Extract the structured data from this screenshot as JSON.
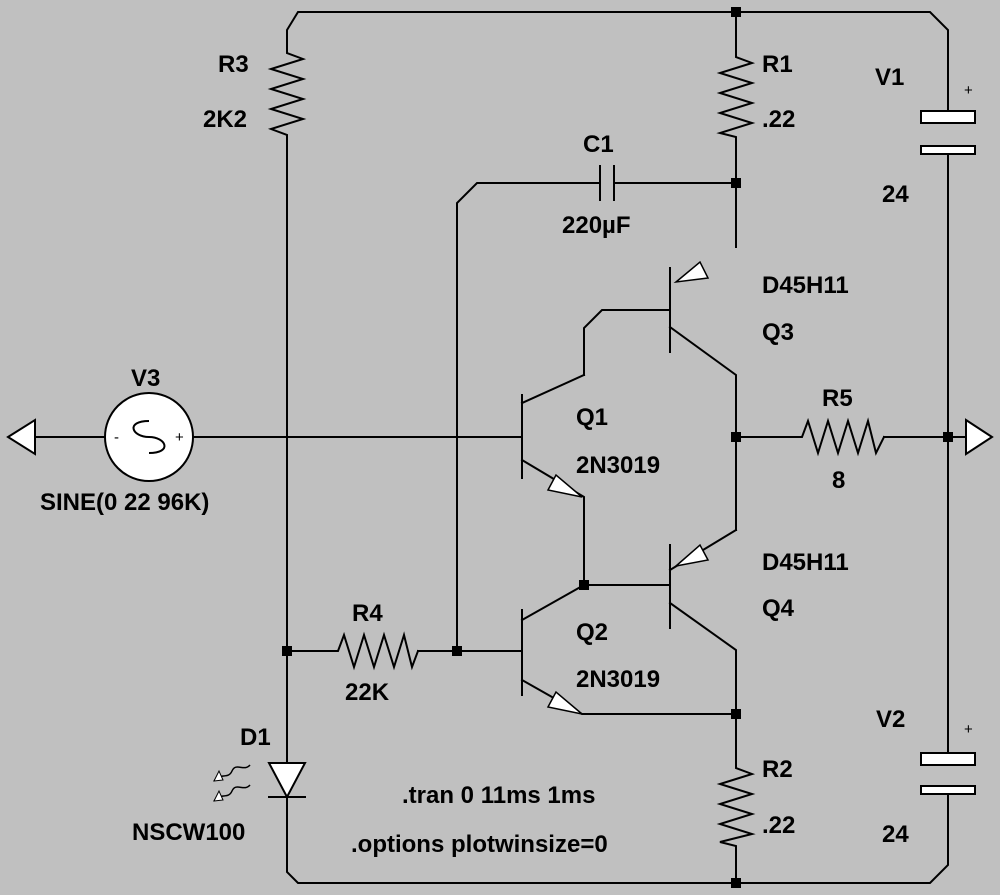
{
  "components": {
    "R1": {
      "ref": "R1",
      "value": ".22"
    },
    "R2": {
      "ref": "R2",
      "value": ".22"
    },
    "R3": {
      "ref": "R3",
      "value": "2K2"
    },
    "R4": {
      "ref": "R4",
      "value": "22K"
    },
    "R5": {
      "ref": "R5",
      "value": "8"
    },
    "C1": {
      "ref": "C1",
      "value": "220µF"
    },
    "V1": {
      "ref": "V1",
      "value": "24",
      "plus": "+"
    },
    "V2": {
      "ref": "V2",
      "value": "24",
      "plus": "+"
    },
    "V3": {
      "ref": "V3",
      "value": "SINE(0 22 96K)",
      "minus": "-",
      "plus": "+"
    },
    "Q1": {
      "ref": "Q1",
      "value": "2N3019"
    },
    "Q2": {
      "ref": "Q2",
      "value": "2N3019"
    },
    "Q3": {
      "ref": "Q3",
      "value": "D45H11"
    },
    "Q4": {
      "ref": "Q4",
      "value": "D45H11"
    },
    "D1": {
      "ref": "D1",
      "value": "NSCW100"
    }
  },
  "directives": [
    ".tran 0 11ms 1ms",
    ".options plotwinsize=0"
  ],
  "colors": {
    "background": "#c0c0c0",
    "wire": "#000000",
    "symbol_fill": "#ffffff"
  }
}
